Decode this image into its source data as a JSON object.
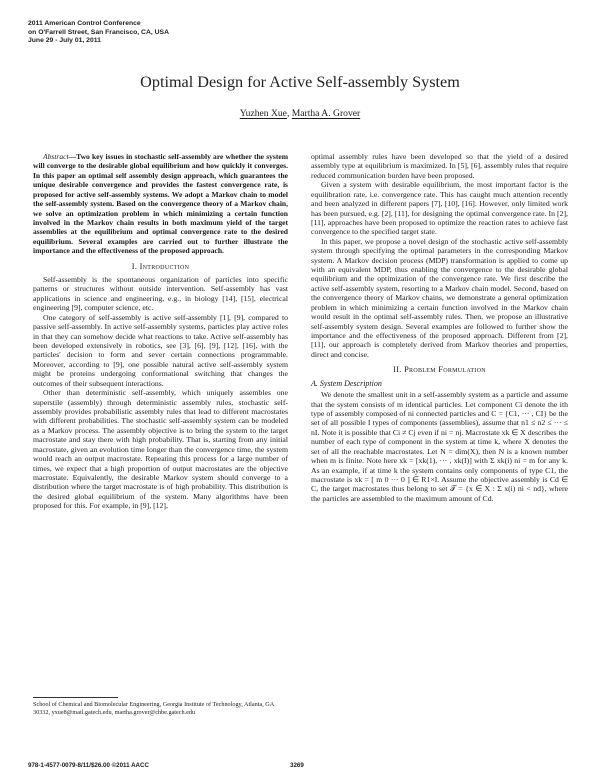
{
  "header": {
    "conf_line1": "2011 American Control Conference",
    "conf_line2": "on O'Farrell Street, San Francisco, CA, USA",
    "conf_line3": "June 29 - July 01, 2011"
  },
  "title": "Optimal Design for Active Self-assembly System",
  "authors": {
    "author1": "Yuzhen Xue",
    "sep": ", ",
    "author2": "Martha A. Grover"
  },
  "abstract": {
    "label": "Abstract",
    "text": "—Two key issues in stochastic self-assembly are whether the system will converge to the desirable global equilibrium and how quickly it converges. In this paper an optimal self assembly design approach, which guarantees the unique desirable convergence and provides the fastest convergence rate, is proposed for active self-assembly systems. We adopt a Markov chain to model the self-assembly system. Based on the convergence theory of a Markov chain, we solve an optimization problem in which minimizing a certain function involved in the Markov chain results in both maximum yield of the target assemblies at the equilibrium and optimal convergence rate to the desired equilibrium. Several examples are carried out to further illustrate the importance and the effectiveness of the proposed approach."
  },
  "sections": {
    "intro_heading": "I. Introduction",
    "intro_p1": "Self-assembly is the spontaneous organization of particles into specific patterns or structures without outside intervention. Self-assembly has vast applications in science and engineering, e.g., in biology [14], [15], electrical engineering [9], computer science, etc.",
    "intro_p2": "One category of self-assembly is active self-assembly [1], [9], compared to passive self-assembly. In active self-assembly systems, particles play active roles in that they can somehow decide what reactions to take. Active self-assembly has been developed extensively in robotics, see [3], [6], [9], [12], [16], with the particles' decision to form and sever certain connections programmable. Moreover, according to [9], one possible natural active self-assembly system might be proteins undergoing conformational switching that changes the outcomes of their subsequent interactions.",
    "intro_p3": "Other than deterministic self-assembly, which uniquely assembles one superstile (assembly) through deterministic assembly rules, stochastic self-assembly provides probabilistic assembly rules that lead to different macrostates with different probabilities. The stochastic self-assembly system can be modeled as a Markov process. The assembly objective is to bring the system to the target macrostate and stay there with high probability. That is, starting from any initial macrostate, given an evolution time longer than the convergence time, the system would reach an output macrostate. Repeating this process for a large number of times, we expect that a high proportion of output macrostates are the objective macrostate. Equivalently, the desirable Markov system should converge to a distribution where the target macrostate is of high probability. This distribution is the desired global equilibrium of the system. Many algorithms have been proposed for this. For example, in [9], [12],",
    "right_p1": "optimal assembly rules have been developed so that the yield of a desired assembly type at equilibrium is maximized. In [5], [6], assembly rules that require reduced communication burden have been proposed.",
    "right_p2": "Given a system with desirable equilibrium, the most important factor is the equilibration rate, i.e. convergence rate. This has caught much attention recently and been analyzed in different papers [7], [10], [16]. However, only limited work has been pursued, e.g. [2], [11], for designing the optimal convergence rate. In [2], [11], approaches have been proposed to optimize the reaction rates to achieve fast convergence to the specified target state.",
    "right_p3": "In this paper, we propose a novel design of the stochastic active self-assembly system through specifying the optimal parameters in the corresponding Markov system. A Markov decision process (MDP) transformation is applied to come up with an equivalent MDP, thus enabling the convergence to the desirable global equilibrium and the optimization of the convergence rate. We first describe the active self-assembly system, resorting to a Markov chain model. Second, based on the convergence theory of Markov chains, we demonstrate a general optimization problem in which minimizing a certain function involved in the Markov chain would result in the optimal self-assembly rules. Then, we propose an illustrative self-assembly system design. Several examples are followed to further show the importance and the effectiveness of the proposed approach. Different from [2], [11], our approach is completely derived from Markov theories and properties, direct and concise.",
    "problem_heading": "II. Problem Formulation",
    "system_heading": "A. System Description",
    "right_p4": "We denote the smallest unit in a self-assembly system as a particle and assume that the system consists of m identical particles. Let component Ci denote the ith type of assembly composed of ni connected particles and C = {C1, ··· , CI} be the set of all possible I types of components (assemblies), assume that n1 ≤ n2 ≤ ··· ≤ nI. Note it is possible that Ci ≠ Cj even if ni = nj. Macrostate xk ∈ X describes the number of each type of component in the system at time k, where X denotes the set of all the reachable macrostates. Let N = dim(X), then N is a known number when m is finite. Note here xk = [xk(1), ··· , xk(I)] with Σ xk(i) ni = m for any k. As an example, if at time k the system contains only components of type C1, the macrostate is xk = [ m 0 ··· 0 ] ∈ R1×I. Assume the objective assembly is Cd ∈ C, the target macrostates thus belong to set 𝒯 = {x ∈ X : Σ x(i) ni < nd}, where the particles are assembled to the maximum amount of Cd."
  },
  "footnote": "School of Chemical and Biomolecular Engineering, Georgia Institute of Technology, Atlanta, GA 30332, yxue8@mail.gatech.edu, martha.grover@chbe.gatech.edu",
  "footer": {
    "left": "978-1-4577-0079-8/11/$26.00 ©2011 AACC",
    "page": "3269"
  }
}
